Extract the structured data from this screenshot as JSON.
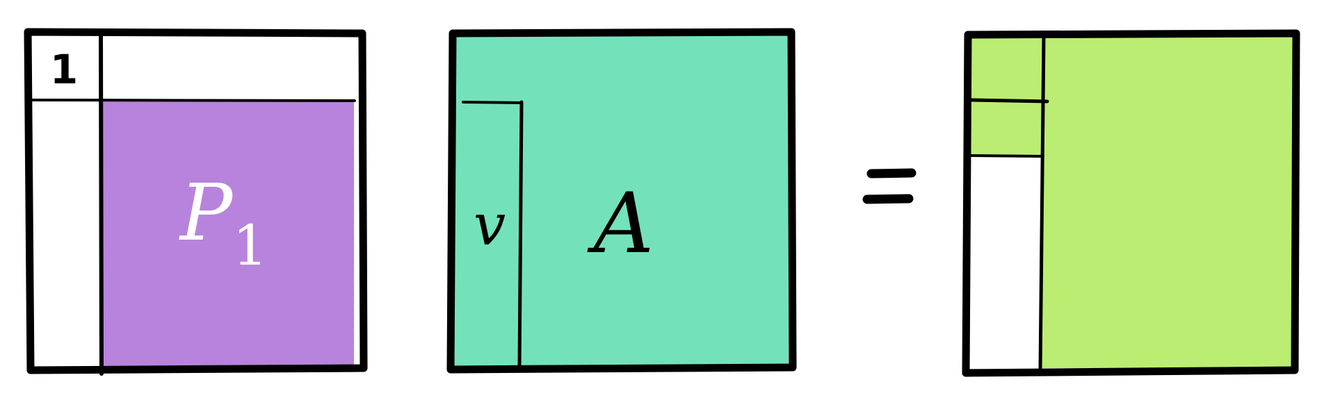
{
  "diagram": {
    "left_matrix": {
      "corner_entry": "1",
      "block_symbol": "P",
      "block_subscript": "1",
      "block_color": "#b783dc"
    },
    "middle_matrix": {
      "column_label": "v",
      "matrix_label": "A",
      "fill_color": "#73e2bb"
    },
    "operator": "=",
    "result_matrix": {
      "fill_color": "#bbed72"
    },
    "stroke_color": "#000000",
    "background": "#ffffff"
  }
}
